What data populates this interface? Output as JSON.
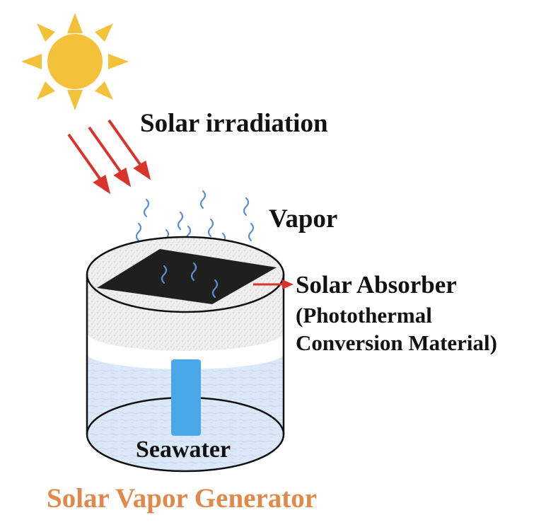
{
  "labels": {
    "solar_irradiation": "Solar irradiation",
    "vapor": "Vapor",
    "solar_absorber": "Solar Absorber",
    "photothermal_line1": "(Photothermal",
    "photothermal_line2": "Conversion Material)",
    "seawater": "Seawater",
    "title": "Solar Vapor Generator"
  },
  "colors": {
    "sun": "#f3c13a",
    "rays": "#d9342b",
    "absorber": "#1f1f1f",
    "vapor": "#5b8fd0",
    "water_tube": "#4aa7e8",
    "water": "#d8e6f6",
    "foam": "#ececec",
    "title": "#e0894a"
  }
}
